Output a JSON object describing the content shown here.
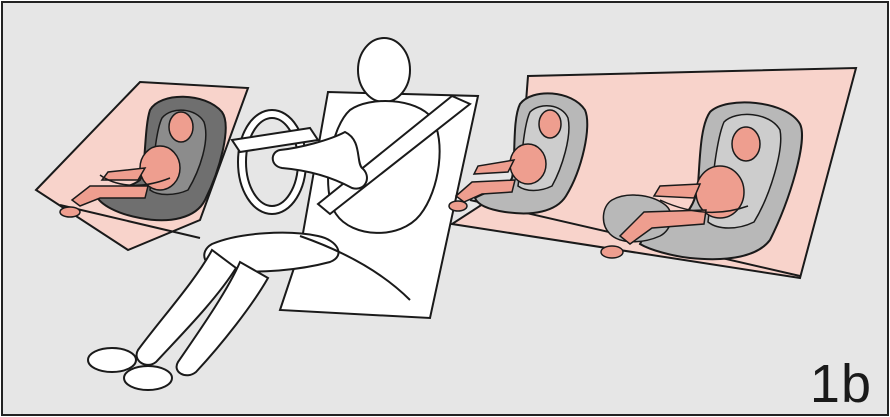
{
  "figure": {
    "label": "1b",
    "colors": {
      "background": "#e6e6e6",
      "frame": "#222222",
      "outline": "#1a1a1a",
      "driver_fill": "#ffffff",
      "platform_pink": "#f8d3cb",
      "seat_dark": "#6f6f6f",
      "seat_light": "#b8b8b8",
      "seat_lighter": "#cdcdcd",
      "child_skin": "#ee9e8f",
      "child_skin_light": "#f6b6a8"
    },
    "elements": [
      "left-platform-panel",
      "left-child-seat",
      "driver-figure",
      "steering-wheel",
      "driver-seat-outline",
      "seatbelt",
      "right-platform-panel",
      "middle-child-seat",
      "right-child-seat"
    ]
  }
}
